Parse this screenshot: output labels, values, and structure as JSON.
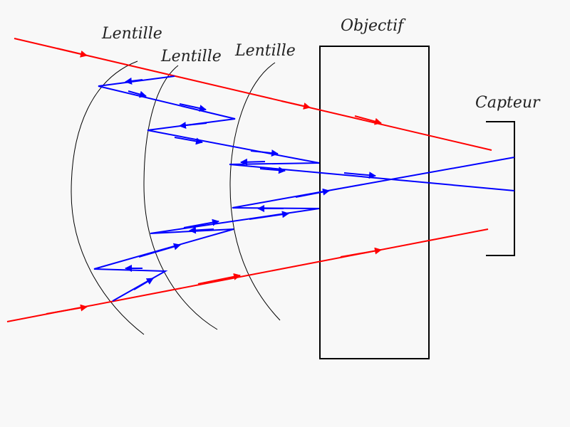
{
  "labels": {
    "lens1": "Lentille",
    "lens2": "Lentille",
    "lens3": "Lentille",
    "objective": "Objectif",
    "sensor": "Capteur"
  },
  "colors": {
    "incident_ray": "#ff0000",
    "reflected_ray": "#0000ff",
    "outline": "#000000",
    "background": "#f8f8f8"
  }
}
